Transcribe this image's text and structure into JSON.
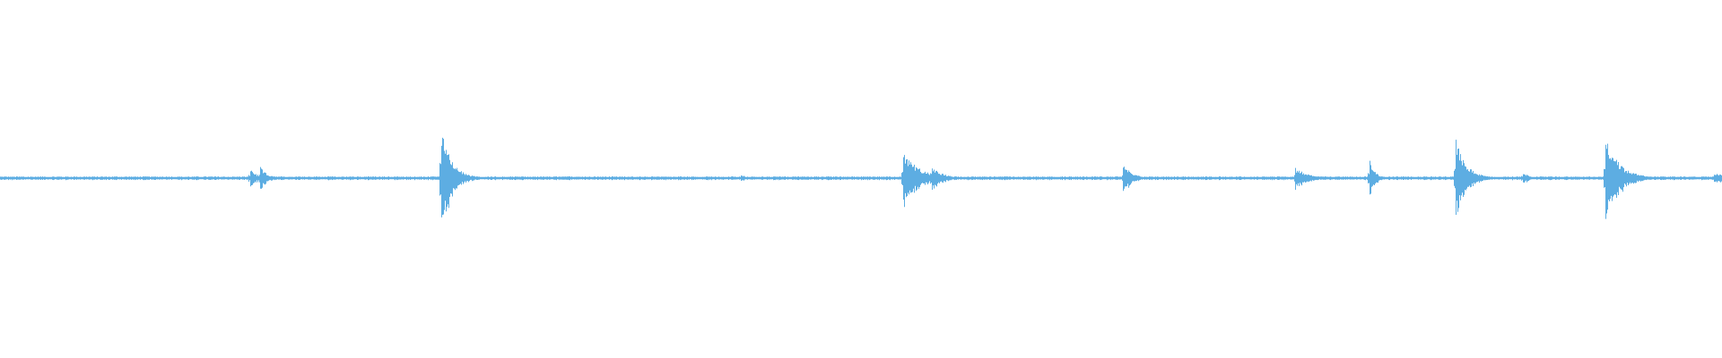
{
  "waveform": {
    "color": "#5dade2",
    "background": "#ffffff",
    "baseline_amplitude": 0.03,
    "duration_fraction_events": [
      {
        "t": 0.145,
        "amp": 0.2,
        "decay": 0.004
      },
      {
        "t": 0.151,
        "amp": 0.22,
        "decay": 0.004
      },
      {
        "t": 0.256,
        "amp": 1.0,
        "decay": 0.006
      },
      {
        "t": 0.43,
        "amp": 0.08,
        "decay": 0.003
      },
      {
        "t": 0.524,
        "amp": 0.52,
        "decay": 0.01
      },
      {
        "t": 0.541,
        "amp": 0.25,
        "decay": 0.006
      },
      {
        "t": 0.652,
        "amp": 0.3,
        "decay": 0.005
      },
      {
        "t": 0.752,
        "amp": 0.2,
        "decay": 0.008
      },
      {
        "t": 0.795,
        "amp": 0.38,
        "decay": 0.003
      },
      {
        "t": 0.845,
        "amp": 0.78,
        "decay": 0.006
      },
      {
        "t": 0.884,
        "amp": 0.15,
        "decay": 0.003
      },
      {
        "t": 0.932,
        "amp": 0.82,
        "decay": 0.008
      },
      {
        "t": 0.995,
        "amp": 0.1,
        "decay": 0.01
      }
    ]
  }
}
